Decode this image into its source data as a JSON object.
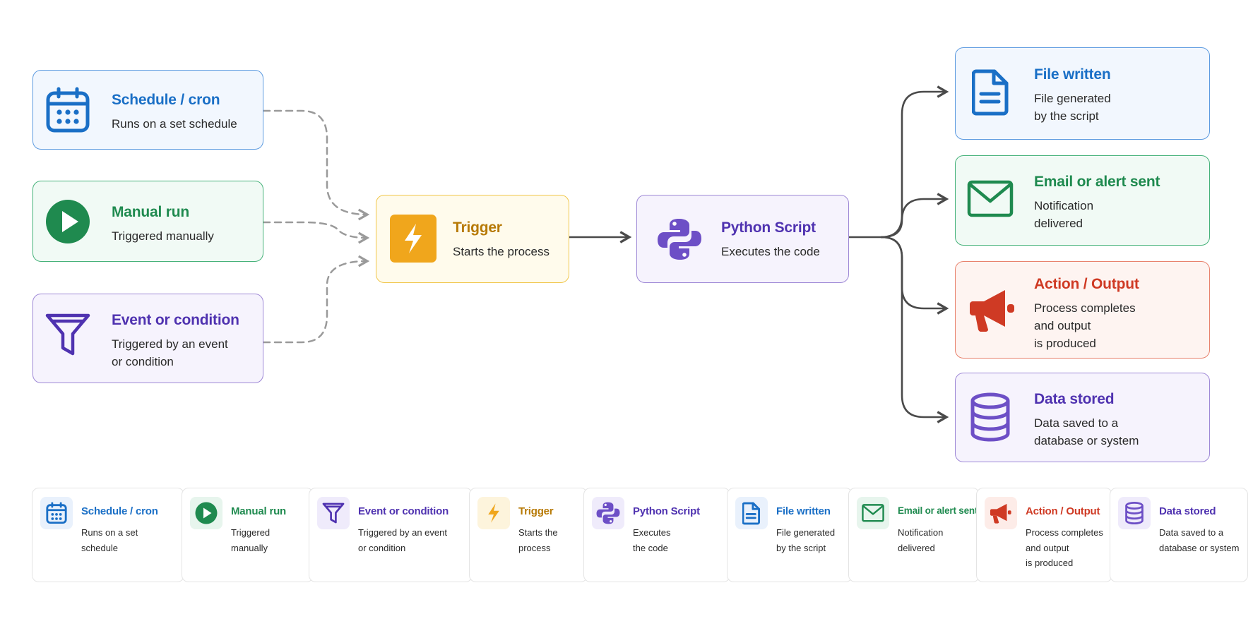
{
  "colors": {
    "blue": "#1a6fc6",
    "green": "#1f8a4f",
    "purple": "#4f32b0",
    "yellow": "#b77a06",
    "red": "#cf3a24",
    "connector_dashed": "#9a9a9a",
    "connector_solid": "#4a4a4a"
  },
  "triggers": [
    {
      "title": "Schedule / cron",
      "desc": "Runs on a set schedule",
      "icon": "calendar-icon"
    },
    {
      "title": "Manual run",
      "desc": "Triggered manually",
      "icon": "play-icon"
    },
    {
      "title": "Event or condition",
      "desc": "Triggered by an event\nor condition",
      "icon": "funnel-icon"
    }
  ],
  "trigger_node": {
    "title": "Trigger",
    "desc": "Starts the process",
    "icon": "lightning-icon"
  },
  "script_node": {
    "title": "Python Script",
    "desc": "Executes the code",
    "icon": "python-icon"
  },
  "outputs": [
    {
      "title": "File written",
      "desc": "File generated\nby the script",
      "icon": "document-icon"
    },
    {
      "title": "Email or alert sent",
      "desc": "Notification\ndelivered",
      "icon": "envelope-icon"
    },
    {
      "title": "Action / Output",
      "desc": "Process completes\nand output\nis produced",
      "icon": "megaphone-icon"
    },
    {
      "title": "Data stored",
      "desc": "Data saved to a\ndatabase or system",
      "icon": "database-icon"
    }
  ],
  "legend": [
    {
      "title": "Schedule / cron",
      "desc": "Runs on a set\nschedule",
      "icon": "calendar-icon"
    },
    {
      "title": "Manual run",
      "desc": "Triggered\nmanually",
      "icon": "play-icon"
    },
    {
      "title": "Event or condition",
      "desc": "Triggered by an event\nor condition",
      "icon": "funnel-icon"
    },
    {
      "title": "Trigger",
      "desc": "Starts the\nprocess",
      "icon": "lightning-icon"
    },
    {
      "title": "Python Script",
      "desc": "Executes\nthe code",
      "icon": "python-icon"
    },
    {
      "title": "File written",
      "desc": "File generated\nby the script",
      "icon": "document-icon"
    },
    {
      "title": "Email or alert sent",
      "desc": "Notification\ndelivered",
      "icon": "envelope-icon"
    },
    {
      "title": "Action / Output",
      "desc": "Process completes\nand output\nis produced",
      "icon": "megaphone-icon"
    },
    {
      "title": "Data stored",
      "desc": "Data saved to a\ndatabase or system",
      "icon": "database-icon"
    }
  ]
}
